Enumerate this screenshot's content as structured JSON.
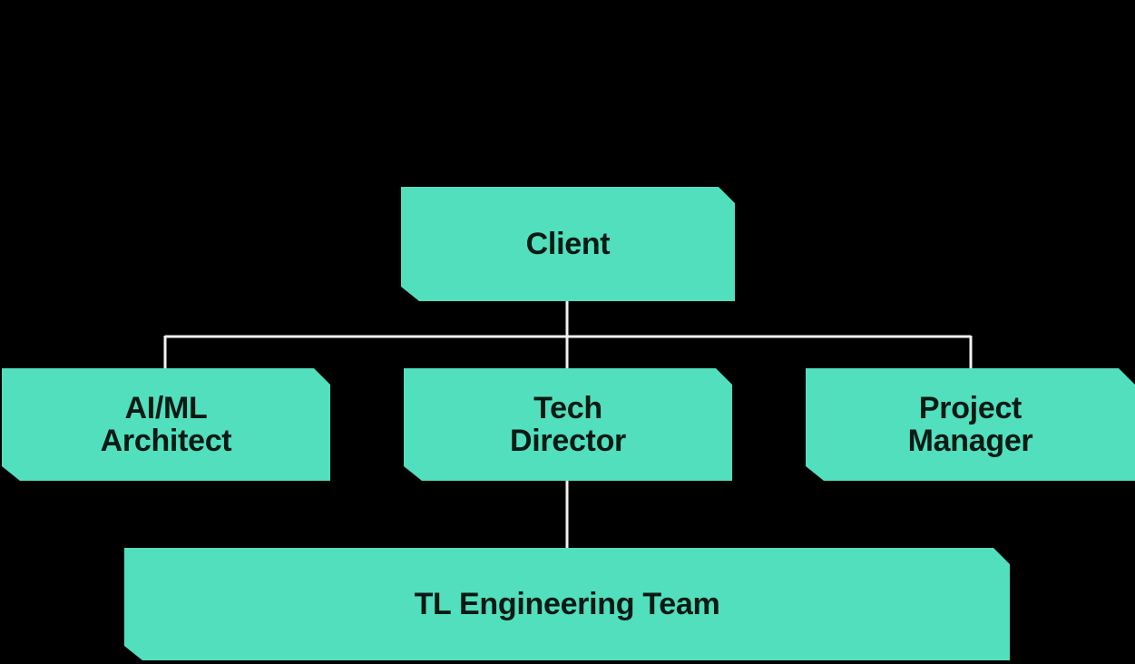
{
  "colors": {
    "background": "#000000",
    "box_fill": "#52dfbd",
    "box_text": "#061a14",
    "connector": "#f2f2f2"
  },
  "nodes": {
    "client": {
      "line1": "Client"
    },
    "aiml": {
      "line1": "AI/ML",
      "line2": "Architect"
    },
    "tech_director": {
      "line1": "Tech",
      "line2": "Director"
    },
    "project_manager": {
      "line1": "Project",
      "line2": "Manager"
    },
    "engineering_team": {
      "line1": "TL Engineering Team"
    }
  },
  "edges": [
    {
      "from": "client",
      "to": "aiml"
    },
    {
      "from": "client",
      "to": "tech_director"
    },
    {
      "from": "client",
      "to": "project_manager"
    },
    {
      "from": "tech_director",
      "to": "engineering_team"
    }
  ]
}
